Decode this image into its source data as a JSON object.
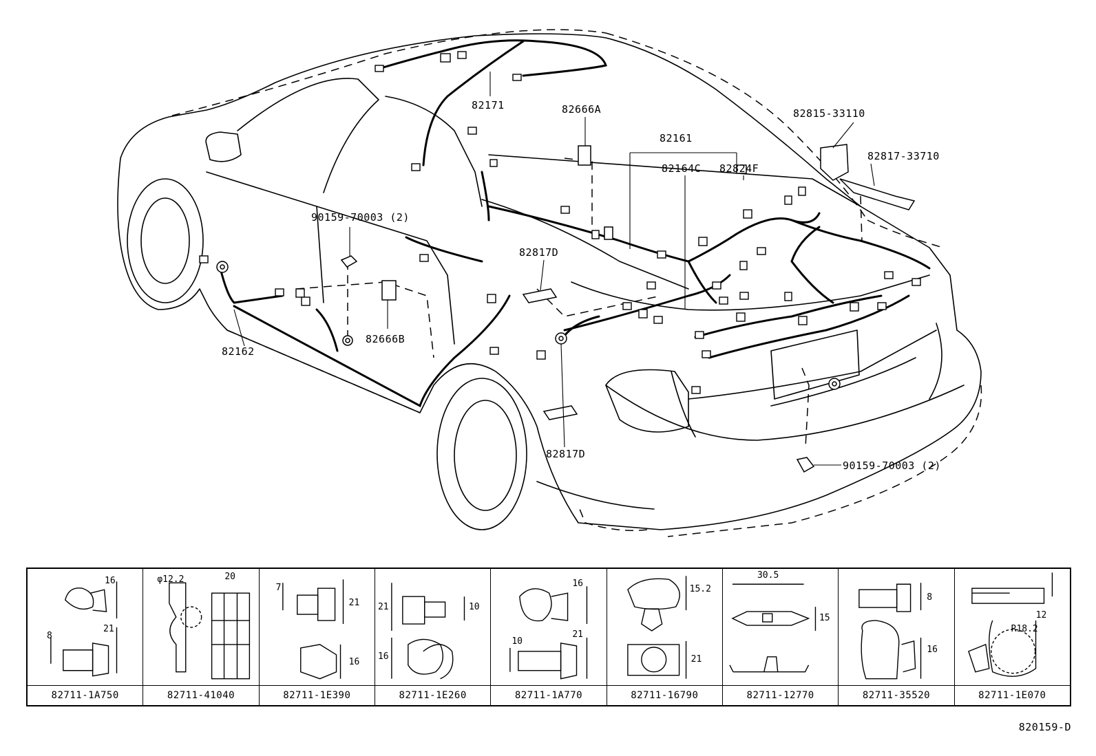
{
  "callouts": [
    {
      "id": "82171",
      "text": "82171"
    },
    {
      "id": "82666A",
      "text": "82666A"
    },
    {
      "id": "82815-33110",
      "text": "82815-33110"
    },
    {
      "id": "82161",
      "text": "82161"
    },
    {
      "id": "82817-33710",
      "text": "82817-33710"
    },
    {
      "id": "82164C",
      "text": "82164C"
    },
    {
      "id": "82824F",
      "text": "82824F"
    },
    {
      "id": "90159-70003-left",
      "text": "90159-70003 (2)"
    },
    {
      "id": "82817D-top",
      "text": "82817D"
    },
    {
      "id": "82162",
      "text": "82162"
    },
    {
      "id": "82666B",
      "text": "82666B"
    },
    {
      "id": "82817D-bottom",
      "text": "82817D"
    },
    {
      "id": "90159-70003-right",
      "text": "90159-70003 (2)"
    }
  ],
  "clips": [
    {
      "part": "82711-1A750",
      "dims": [
        "16",
        "8",
        "21"
      ]
    },
    {
      "part": "82711-41040",
      "dims": [
        "φ12.2",
        "20"
      ]
    },
    {
      "part": "82711-1E390",
      "dims": [
        "7",
        "21",
        "16"
      ]
    },
    {
      "part": "82711-1E260",
      "dims": [
        "21",
        "10",
        "16"
      ]
    },
    {
      "part": "82711-1A770",
      "dims": [
        "16",
        "10",
        "21"
      ]
    },
    {
      "part": "82711-16790",
      "dims": [
        "15.2",
        "21"
      ]
    },
    {
      "part": "82711-12770",
      "dims": [
        "30.5",
        "15"
      ]
    },
    {
      "part": "82711-35520",
      "dims": [
        "8",
        "16"
      ]
    },
    {
      "part": "82711-1E070",
      "dims": [
        "12",
        "R18.2"
      ]
    }
  ],
  "diagram_code": "820159-D"
}
